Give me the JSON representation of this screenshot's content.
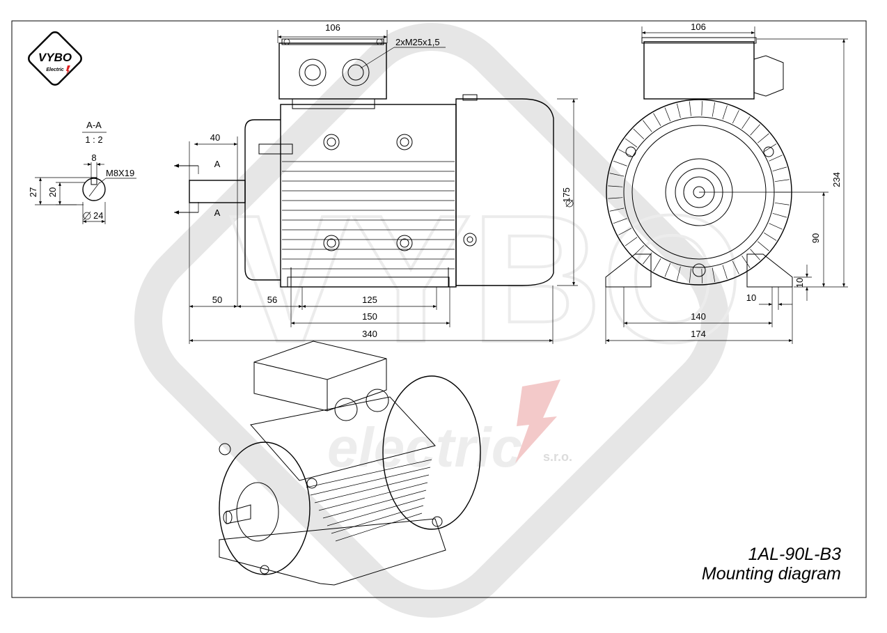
{
  "brand": {
    "logo_text": "VYBO",
    "logo_sub": "Electric",
    "watermark_text": "VYBO",
    "watermark_sub": "electric",
    "watermark_suffix": "s.r.o.",
    "accent_color": "#e02020"
  },
  "section": {
    "name": "A-A",
    "scale": "1 : 2",
    "key_width": "8",
    "thread": "M8X19",
    "dim_27": "27",
    "dim_20": "20",
    "shaft_diameter": "24"
  },
  "side_view": {
    "box_width": "106",
    "gland": "2xM25x1,5",
    "shaft_length": "40",
    "diameter_175": "175",
    "section_mark_top": "A",
    "section_mark_bottom": "A",
    "dim_50": "50",
    "dim_56": "56",
    "dim_125": "125",
    "dim_150": "150",
    "dim_340": "340"
  },
  "end_view": {
    "box_width": "106",
    "height_234": "234",
    "height_90": "90",
    "foot_10": "10",
    "hole_10": "10",
    "dim_140": "140",
    "dim_174": "174"
  },
  "title": {
    "model": "1AL-90L-B3",
    "subtitle": "Mounting diagram"
  }
}
